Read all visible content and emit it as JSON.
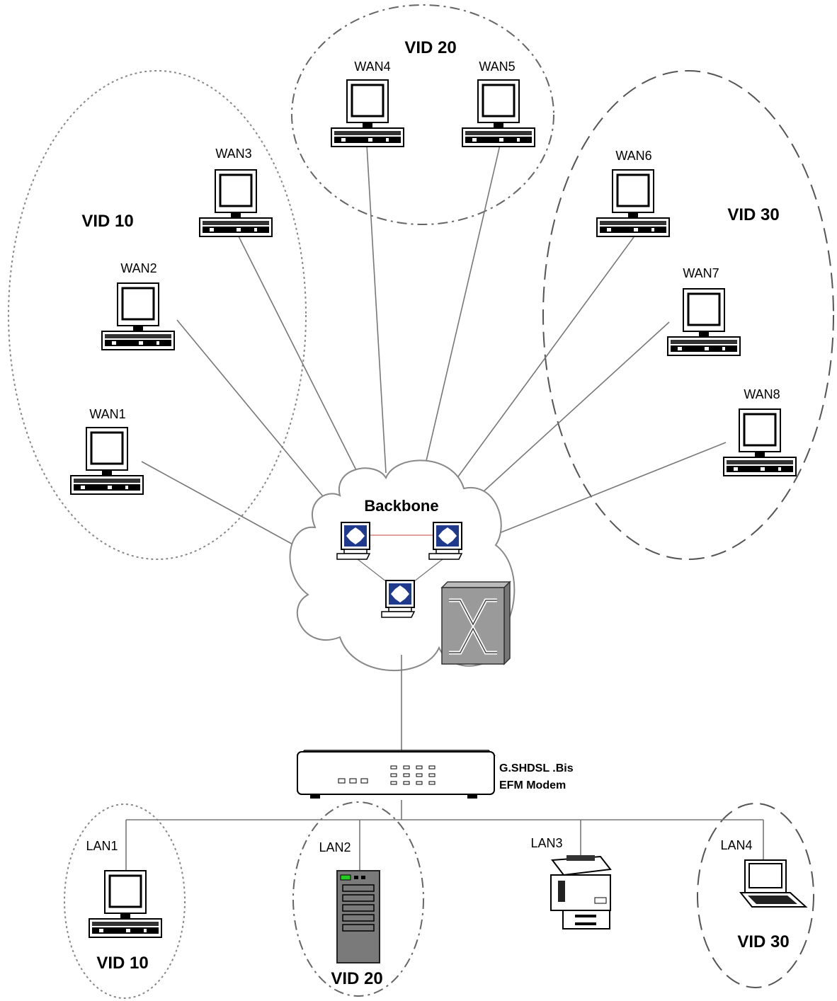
{
  "vlan_groups": {
    "vid10_top": "VID 10",
    "vid20_top": "VID 20",
    "vid30_top": "VID 30",
    "vid10_bottom": "VID 10",
    "vid20_bottom": "VID 20",
    "vid30_bottom": "VID 30"
  },
  "wan_nodes": {
    "wan1": "WAN1",
    "wan2": "WAN2",
    "wan3": "WAN3",
    "wan4": "WAN4",
    "wan5": "WAN5",
    "wan6": "WAN6",
    "wan7": "WAN7",
    "wan8": "WAN8"
  },
  "backbone": {
    "label": "Backbone"
  },
  "modem": {
    "line1": "G.SHDSL .Bis",
    "line2": "EFM Modem"
  },
  "lan_nodes": {
    "lan1": "LAN1",
    "lan2": "LAN2",
    "lan3": "LAN3",
    "lan4": "LAN4"
  },
  "icons": {
    "workstation": "desktop-computer-icon",
    "server": "tower-server-icon",
    "printer": "printer-icon",
    "laptop": "laptop-icon",
    "router": "router-icon",
    "switch": "switch-icon",
    "modem": "modem-icon"
  },
  "colors": {
    "router_blue": "#1f3a8c",
    "switch_gray": "#9a9a9a",
    "server_gray": "#7a7a7a",
    "led_green": "#22cc22"
  }
}
